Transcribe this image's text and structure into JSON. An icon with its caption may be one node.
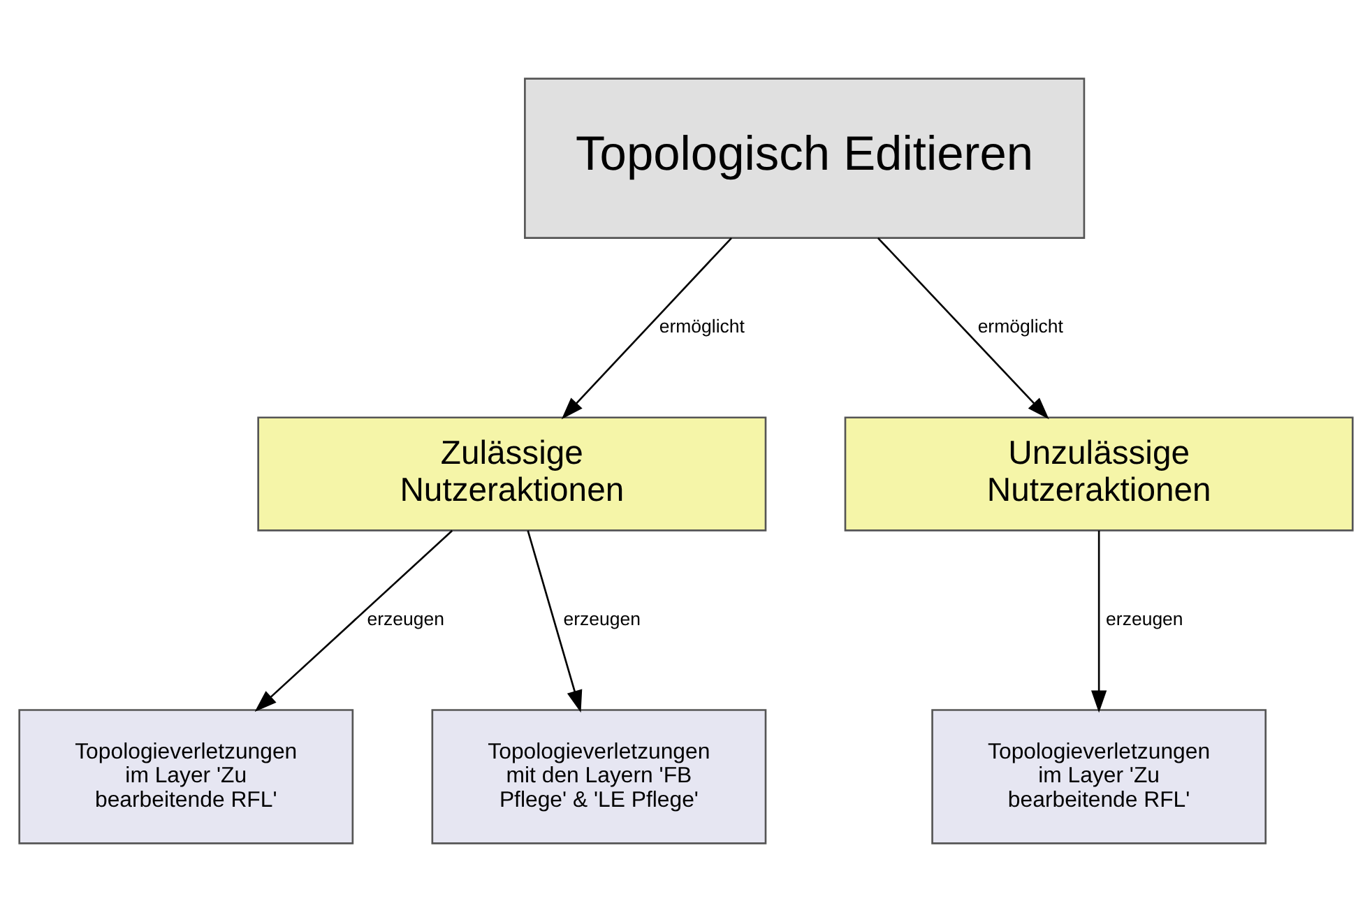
{
  "diagram": {
    "nodes": [
      {
        "text": [
          "Topologisch Editieren"
        ]
      },
      {
        "text": [
          "Zulässige Nutzeraktionen"
        ]
      },
      {
        "text": [
          "Unzulässige Nutzeraktionen"
        ]
      },
      {
        "text": [
          "Topologieverletzungen im Layer 'Zu bearbeitende RFL'"
        ]
      },
      {
        "text": [
          "Topologieverletzungen mit den Layern 'FB Pflege' & 'LE Pflege'"
        ]
      },
      {
        "text": [
          "Topologieverletzungen im Layer 'Zu bearbeitende RFL'"
        ]
      }
    ],
    "edges": [
      {
        "from": 0,
        "to": 1,
        "arrow": "to",
        "label": "ermöglicht"
      },
      {
        "from": 0,
        "to": 2,
        "arrow": "to",
        "label": "ermöglicht"
      },
      {
        "from": 1,
        "to": 3,
        "arrow": "to",
        "label": "erzeugen"
      },
      {
        "from": 1,
        "to": 4,
        "arrow": "to",
        "label": "erzeugen"
      },
      {
        "from": 2,
        "to": 5,
        "arrow": "to",
        "label": "erzeugen"
      }
    ]
  }
}
